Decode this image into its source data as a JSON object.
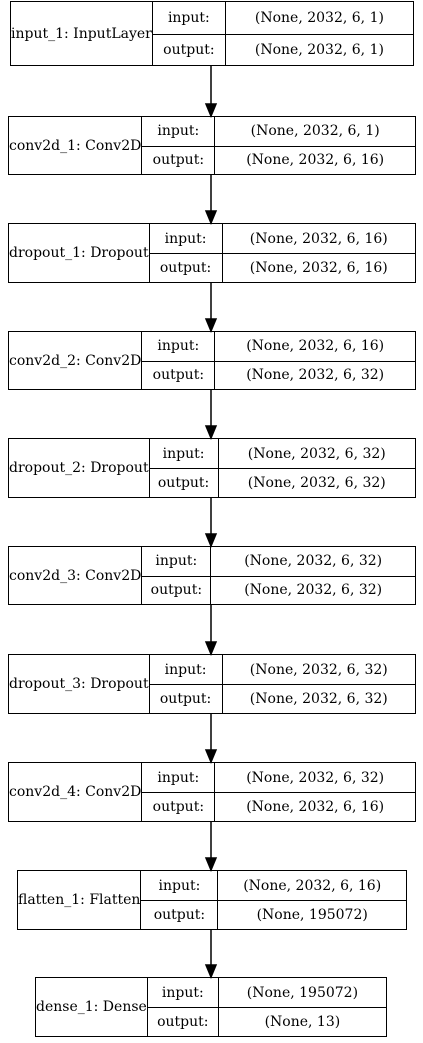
{
  "nodes": [
    {
      "name": "input_1: InputLayer",
      "input_label": "input:",
      "output_label": "output:",
      "input": "(None, 2032, 6, 1)",
      "output": "(None, 2032, 6, 1)"
    },
    {
      "name": "conv2d_1: Conv2D",
      "input_label": "input:",
      "output_label": "output:",
      "input": "(None, 2032, 6, 1)",
      "output": "(None, 2032, 6, 16)"
    },
    {
      "name": "dropout_1: Dropout",
      "input_label": "input:",
      "output_label": "output:",
      "input": "(None, 2032, 6, 16)",
      "output": "(None, 2032, 6, 16)"
    },
    {
      "name": "conv2d_2: Conv2D",
      "input_label": "input:",
      "output_label": "output:",
      "input": "(None, 2032, 6, 16)",
      "output": "(None, 2032, 6, 32)"
    },
    {
      "name": "dropout_2: Dropout",
      "input_label": "input:",
      "output_label": "output:",
      "input": "(None, 2032, 6, 32)",
      "output": "(None, 2032, 6, 32)"
    },
    {
      "name": "conv2d_3: Conv2D",
      "input_label": "input:",
      "output_label": "output:",
      "input": "(None, 2032, 6, 32)",
      "output": "(None, 2032, 6, 32)"
    },
    {
      "name": "dropout_3: Dropout",
      "input_label": "input:",
      "output_label": "output:",
      "input": "(None, 2032, 6, 32)",
      "output": "(None, 2032, 6, 32)"
    },
    {
      "name": "conv2d_4: Conv2D",
      "input_label": "input:",
      "output_label": "output:",
      "input": "(None, 2032, 6, 32)",
      "output": "(None, 2032, 6, 16)"
    },
    {
      "name": "flatten_1: Flatten",
      "input_label": "input:",
      "output_label": "output:",
      "input": "(None, 2032, 6, 16)",
      "output": "(None, 195072)"
    },
    {
      "name": "dense_1: Dense",
      "input_label": "input:",
      "output_label": "output:",
      "input": "(None, 195072)",
      "output": "(None, 13)"
    }
  ]
}
